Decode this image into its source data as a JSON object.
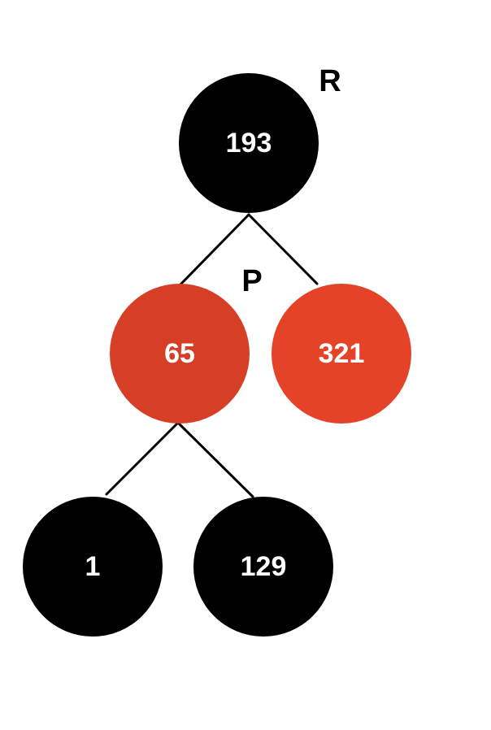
{
  "colors": {
    "black": "#000000",
    "red": "#E44327",
    "red_dark": "#D63F25",
    "text": "#FFFFFF"
  },
  "nodes": [
    {
      "id": "n193",
      "value": "193",
      "color": "black"
    },
    {
      "id": "n65",
      "value": "65",
      "color": "red_dark"
    },
    {
      "id": "n321",
      "value": "321",
      "color": "red"
    },
    {
      "id": "n1",
      "value": "1",
      "color": "black"
    },
    {
      "id": "n129",
      "value": "129",
      "color": "black"
    }
  ],
  "edges": [
    [
      "n193",
      "n65"
    ],
    [
      "n193",
      "n321"
    ],
    [
      "n65",
      "n1"
    ],
    [
      "n65",
      "n129"
    ]
  ],
  "markers": [
    {
      "text": "R",
      "attached_to": "n193"
    },
    {
      "text": "P",
      "attached_to": "n65"
    }
  ]
}
